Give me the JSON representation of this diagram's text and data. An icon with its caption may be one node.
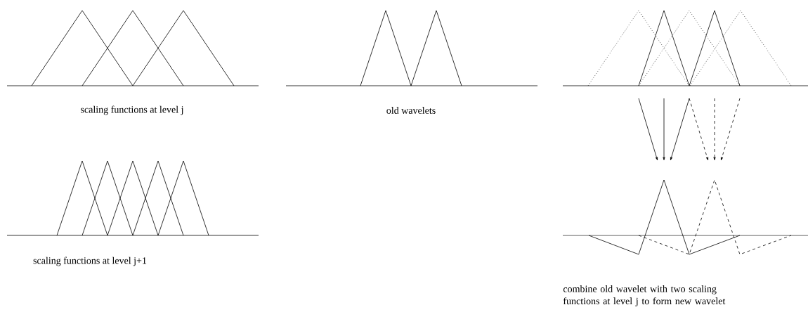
{
  "diagram": {
    "labels": [
      "scaling functions at level j",
      "old wavelets",
      "scaling functions at level j+1",
      "combine old wavelet with two scaling functions at level j to form new wavelet"
    ]
  }
}
